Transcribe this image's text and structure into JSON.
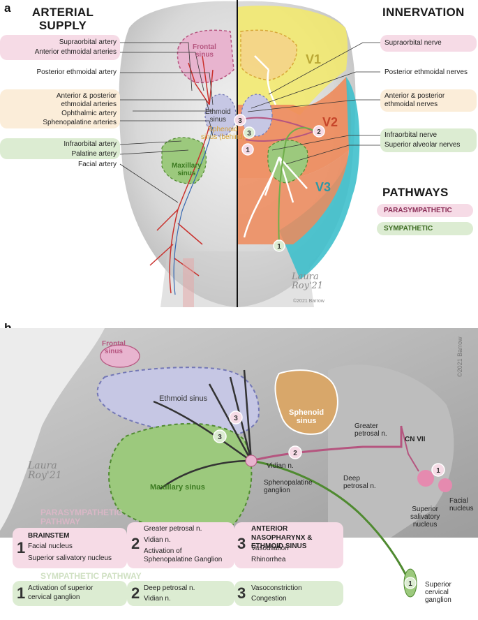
{
  "panel_a": {
    "letter": "a",
    "left_title": [
      "ARTERIAL",
      "SUPPLY"
    ],
    "right_title": "INNERVATION",
    "arterial_labels": [
      "Supraorbital artery",
      "Anterior ethmoidal arteries",
      "Posterior ethmoidal artery",
      "Anterior & posterior",
      "ethmoidal arteries",
      "Ophthalmic artery",
      "Sphenopalatine arteries",
      "Infraorbital artery",
      "Palatine artery",
      "Facial artery"
    ],
    "sinus_labels": {
      "frontal": [
        "Frontal",
        "sinus"
      ],
      "ethmoid": [
        "Ethmoid",
        "sinus"
      ],
      "sphenoid": [
        "Sphenoid",
        "sinus (behind)"
      ],
      "maxillary": [
        "Maxillary",
        "sinus"
      ]
    },
    "zones": [
      "V1",
      "V2",
      "V3"
    ],
    "nerve_labels": [
      "Supraorbital nerve",
      "Posterior ethmoidal nerves",
      "Anterior & posterior",
      "ethmoidal nerves",
      "Infraorbital nerve",
      "Superior alveolar nerves"
    ],
    "pathways_title": "PATHWAYS",
    "pathways": [
      "PARASYMPATHETIC",
      "SYMPATHETIC"
    ],
    "markers": [
      "3",
      "2",
      "3",
      "1",
      "1"
    ],
    "signature": [
      "Laura",
      "Roy'21",
      "©2021 Barrow"
    ],
    "colors": {
      "pink": "#f6dbe6",
      "peach": "#fbedd9",
      "green": "#dcecd2",
      "v1": "#f3ea6a",
      "v2": "#ee8a5a",
      "v3": "#3fc0cc"
    }
  },
  "panel_b": {
    "letter": "b",
    "sinus_labels": {
      "frontal": [
        "Frontal",
        "sinus"
      ],
      "ethmoid": "Ethmoid sinus",
      "sphenoid": [
        "Sphenoid",
        "sinus"
      ],
      "maxillary": "Maxillary sinus"
    },
    "structure_labels": {
      "greater_petrosal": [
        "Greater",
        "petrosal n."
      ],
      "cn7": "CN VII",
      "vidian": "Vidian n.",
      "spg": [
        "Sphenopalatine",
        "ganglion"
      ],
      "deep_petrosal": [
        "Deep",
        "petrosal n."
      ],
      "ssn": [
        "Superior",
        "salivatory",
        "nucleus"
      ],
      "facial_nucleus": [
        "Facial",
        "nucleus"
      ],
      "scg": [
        "Superior",
        "cervical",
        "ganglion"
      ]
    },
    "copyright": "©2021 Barrow",
    "signature": [
      "Laura",
      "Roy'21"
    ],
    "markers": [
      "3",
      "3",
      "2",
      "1",
      "1"
    ],
    "parasympathetic": {
      "title": [
        "PARASYMPATHETIC",
        "PATHWAY"
      ],
      "steps": [
        {
          "num": "1",
          "heading": "BRAINSTEM",
          "items": [
            "Facial nucleus",
            "Superior salivatory nucleus"
          ]
        },
        {
          "num": "2",
          "heading": "",
          "items": [
            "Greater petrosal n.",
            "Vidian n.",
            "Activation of",
            "Sphenopalatine Ganglion"
          ]
        },
        {
          "num": "3",
          "heading": "ANTERIOR NASOPHARYNX & ETHMOID SINUS",
          "items": [
            "Vasodilation",
            "Rhinorrhea"
          ]
        }
      ]
    },
    "sympathetic": {
      "title": "SYMPATHETIC PATHWAY",
      "steps": [
        {
          "num": "1",
          "items": [
            "Activation of superior",
            "cervical ganglion"
          ]
        },
        {
          "num": "2",
          "items": [
            "Deep petrosal n.",
            "Vidian n."
          ]
        },
        {
          "num": "3",
          "items": [
            "Vasoconstriction",
            "Congestion"
          ]
        }
      ]
    }
  }
}
